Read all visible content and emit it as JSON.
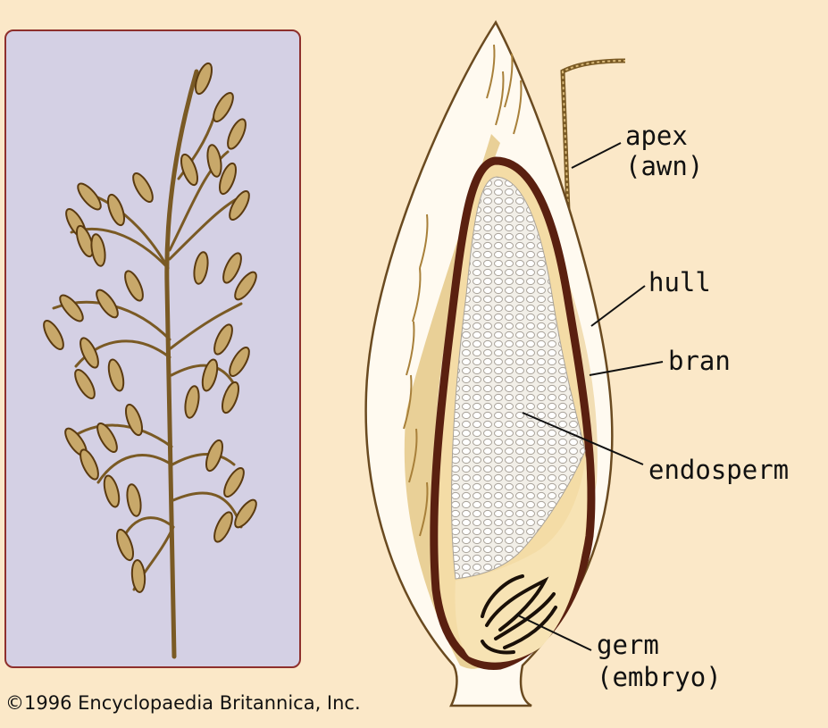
{
  "labels": {
    "apex": "apex",
    "awn": "(awn)",
    "hull": "hull",
    "bran": "bran",
    "endosperm": "endosperm",
    "germ": "germ",
    "embryo": "(embryo)"
  },
  "credit": "©1996 Encyclopaedia Britannica, Inc.",
  "colors": {
    "background": "#fbe8c8",
    "panel": "#d4d0e4",
    "panel_border": "#8e2f2c",
    "bran": "#5a2010",
    "hull_fill": "#fffaf0",
    "endosperm": "#e2ddd3"
  }
}
